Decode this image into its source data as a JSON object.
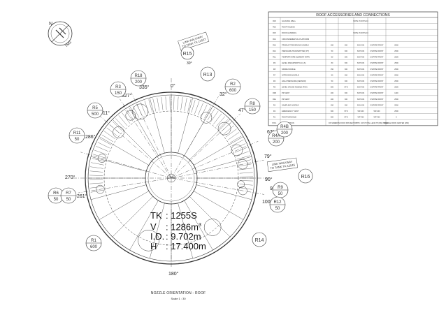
{
  "table": {
    "title": "ROOF ACCESSORIES AND CONNECTIONS",
    "rows": [
      [
        "R18",
        "GAUGING WELL",
        "",
        "",
        "NOTE 15 NOTE 16",
        "",
        "",
        ""
      ],
      [
        "R16",
        "ROOF ACCESS",
        "",
        "",
        "",
        "",
        "",
        ""
      ],
      [
        "R15",
        "ROOF HANDRAIL",
        "",
        "",
        "NOTE 15 NOTE 16",
        "",
        "",
        ""
      ],
      [
        "R14",
        "CIRCUMFERENTIAL PLATFORM",
        "",
        "",
        "",
        "",
        "",
        ""
      ],
      [
        "R13",
        "PRODUCT RECEIVING NOZZLE",
        "150",
        "300",
        "SCH 40S",
        "CS/PIPE FRONT",
        "2500"
      ],
      [
        "R12",
        "PRESSURE TRANSMITTER (PT)",
        "50",
        "300",
        "SCH 40S",
        "CS/PIPE FRONT",
        "2500"
      ],
      [
        "R11",
        "TEMPERATURE ELEMENT (RRT)",
        "50",
        "300",
        "SCH 40S",
        "CS/PIPE FRONT",
        "2500"
      ],
      [
        "R9",
        "LEVEL RADAR/SWITCH (LS)",
        "80",
        "300",
        "SCH 40S",
        "CS/PIPE FRONT",
        "2500"
      ],
      [
        "R8",
        "SPARE NOZZLE",
        "150",
        "300",
        "SCH 40S",
        "CS/PIPE FRONT",
        "2500"
      ],
      [
        "R7",
        "NITROGEN NOZZLE",
        "50",
        "300",
        "SCH 40S",
        "CS/PIPE FRONT",
        "2500"
      ],
      [
        "R6",
        "HIGH PRESSURE (SENSOR)",
        "50",
        "300",
        "SCH 40S",
        "CS/PIPE FRONT",
        "2500"
      ],
      [
        "R5",
        "LEVEL GAUGE NOZZLE (PSV)",
        "500",
        "STD",
        "SCH 40S",
        "CS/PIPE FRONT",
        "2500"
      ],
      [
        "R4B",
        "PR VENT",
        "200",
        "300",
        "SCH 40S",
        "CS/PIPE FRONT",
        "1100"
      ],
      [
        "R4A",
        "PR VENT",
        "200",
        "300",
        "SCH 40S",
        "CS/PIPE FRONT",
        "2500"
      ],
      [
        "R3",
        "SAMPLING NOZZLE",
        "150",
        "300",
        "SCH 40S",
        "CS/PIPE FRONT",
        "2500"
      ],
      [
        "R2",
        "EMERGENCY VENT",
        "600",
        "STD",
        "WP-400",
        "WP-400",
        "2500"
      ],
      [
        "R1",
        "ROOF MANHOLE",
        "600",
        "STD",
        "WP-400",
        "WP-400",
        "0"
      ],
      [
        "POS.",
        "DESCRIPTION",
        "DN SIZE",
        "FROM ROOF PROJECTION",
        "THK. SCH.",
        "TOTAL LENGTH (MM) STEEL",
        "NOZZLE FROM CENTER (MM)"
      ]
    ]
  },
  "angles": {
    "deg0": "0°",
    "deg30": "30°",
    "deg32": "32°",
    "deg47": "47°",
    "deg67": "67°",
    "deg79": "79°",
    "deg90": "90°",
    "deg95": "95°",
    "deg100": "100°",
    "deg180": "180°",
    "deg261": "261°",
    "deg270": "270°",
    "deg286": "286°",
    "deg311": "311°",
    "deg327": "327°",
    "deg335": "335°"
  },
  "nozzles": {
    "r1": {
      "id": "R1",
      "size": "600"
    },
    "r2": {
      "id": "R2",
      "size": "600"
    },
    "r3": {
      "id": "R3",
      "size": "150"
    },
    "r4a": {
      "id": "R4A",
      "size": "200"
    },
    "r4b": {
      "id": "R4B",
      "size": "200"
    },
    "r5": {
      "id": "R5",
      "size": "500"
    },
    "r6": {
      "id": "R6",
      "size": "50"
    },
    "r7": {
      "id": "R7",
      "size": "50"
    },
    "r8": {
      "id": "R8",
      "size": "150"
    },
    "r9": {
      "id": "R9",
      "size": "50"
    },
    "r11": {
      "id": "R11",
      "size": "50"
    },
    "r12": {
      "id": "R12",
      "size": "50"
    },
    "r13": {
      "id": "R13"
    },
    "r14": {
      "id": "R14"
    },
    "r15": {
      "id": "R15"
    },
    "r16": {
      "id": "R16"
    },
    "r18": {
      "id": "R18",
      "size": "200"
    }
  },
  "notes": {
    "walkway_top_l1": "LINK WALKWAY",
    "walkway_top_l2": "TO TANK TK-1255T",
    "walkway_right_l1": "LINK WALKWAY",
    "walkway_right_l2": "TO TANK TK-1254S",
    "north_label": "N",
    "north_letters": "TNG"
  },
  "tank": {
    "tk_label": "TK",
    "tk_value": ": 1255S",
    "v_label": "V",
    "v_value": ": 1286m",
    "v_sup": "3",
    "id_label": "I.D.",
    "id_value": ": 9.702m",
    "h_label": "H",
    "h_value": ": 17.400m"
  },
  "footer": {
    "title": "NOZZLE ORIENTATION - ROOF",
    "scale": "Scale 1 : 30"
  }
}
